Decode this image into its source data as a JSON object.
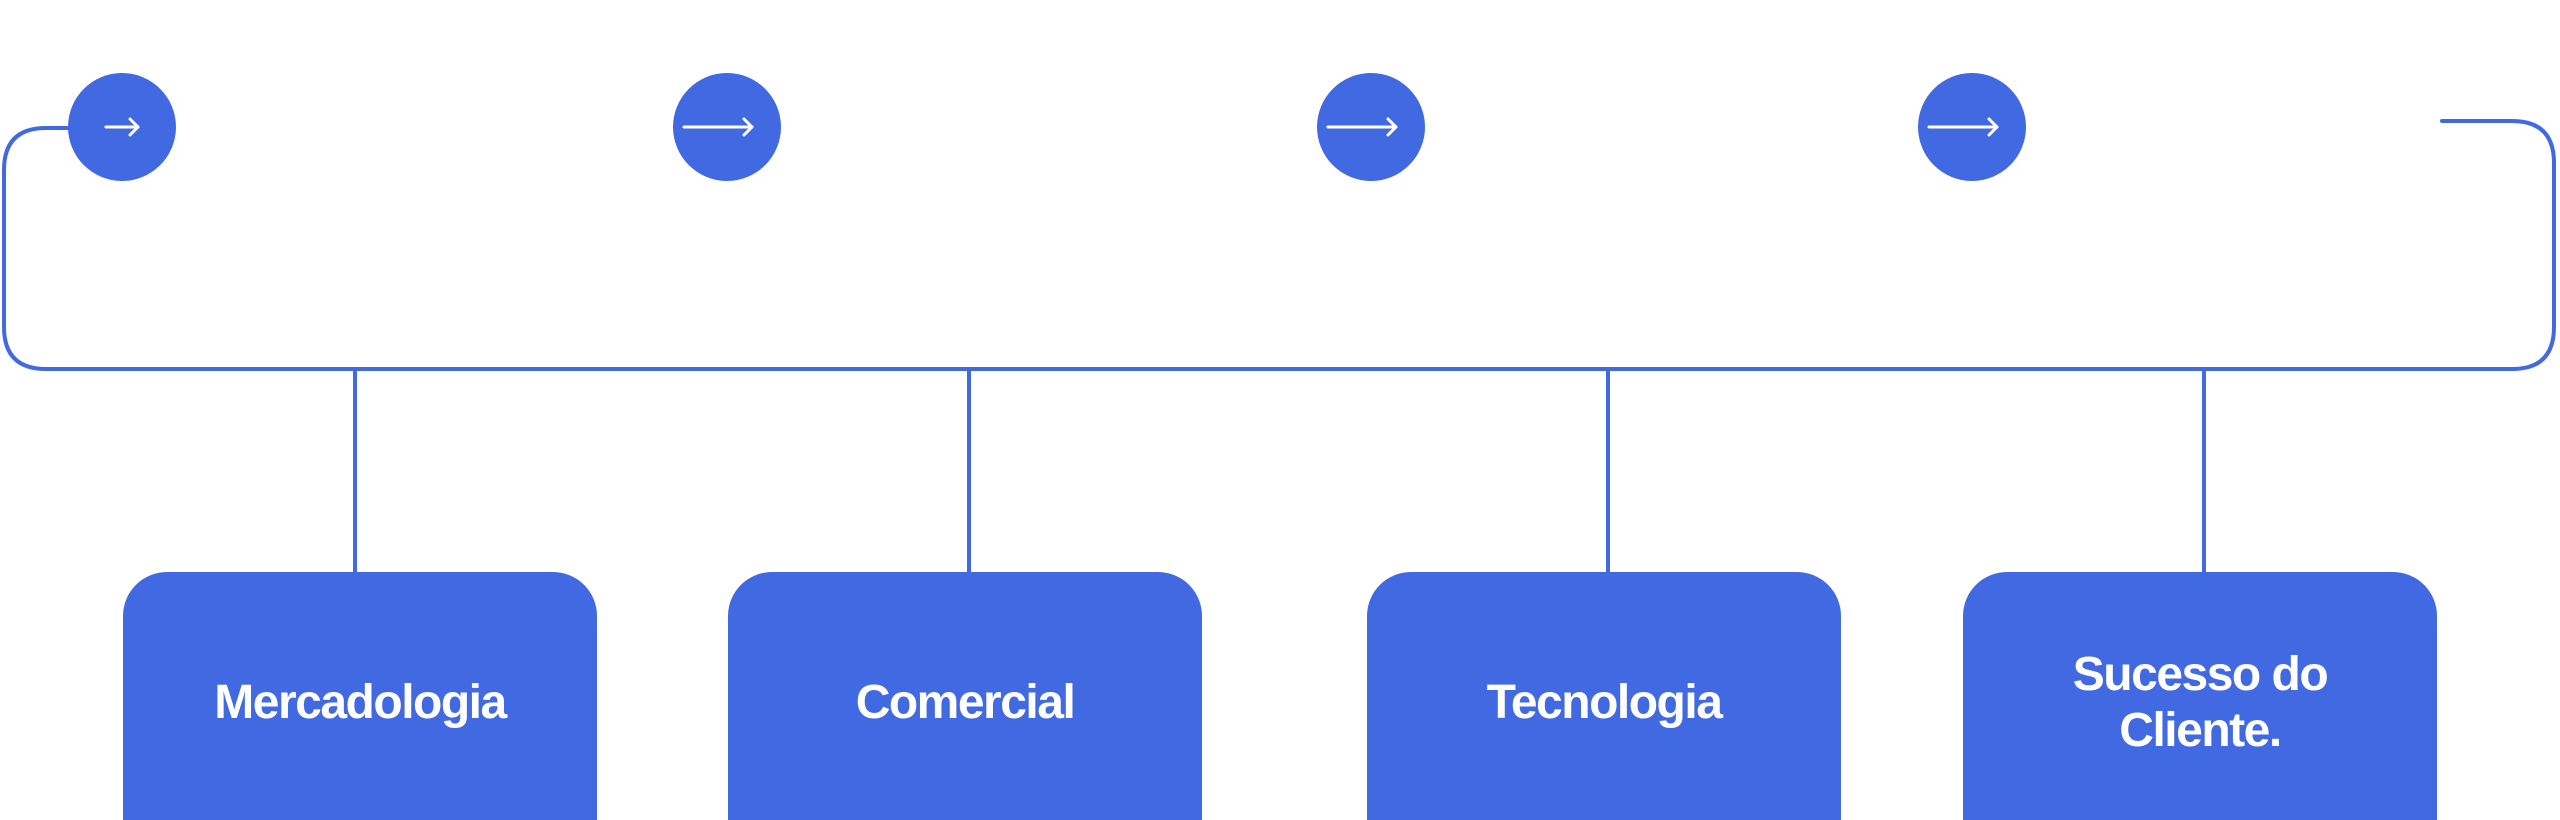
{
  "colors": {
    "accent": "#4169e1",
    "line": "#4169e1",
    "text_on_accent": "#ffffff",
    "background": "#ffffff"
  },
  "steps": [
    {
      "icon": "arrow-right-icon"
    },
    {
      "icon": "arrow-right-icon"
    },
    {
      "icon": "arrow-right-icon"
    },
    {
      "icon": "arrow-right-icon"
    }
  ],
  "departments": [
    {
      "label": "Mercadologia"
    },
    {
      "label": "Comercial"
    },
    {
      "label": "Tecnologia"
    },
    {
      "label": "Sucesso do\nCliente."
    }
  ]
}
